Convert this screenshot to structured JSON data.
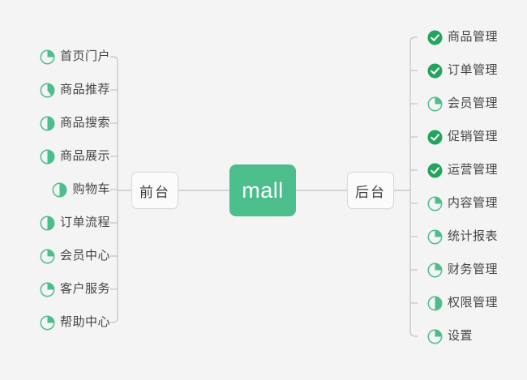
{
  "diagram": {
    "title": "mall",
    "background_color": "#f4f4f4",
    "accent_color": "#4cbe8b",
    "done_color": "#23a45c",
    "line_color": "#c9c9c9",
    "root": {
      "label": "mall"
    },
    "branches": [
      {
        "id": "front",
        "label": "前台",
        "side": "left"
      },
      {
        "id": "back",
        "label": "后台",
        "side": "right"
      }
    ],
    "left_items": [
      {
        "label": "首页门户",
        "icon": "pie-progress-icon",
        "progress": 25,
        "status": "in-progress"
      },
      {
        "label": "商品推荐",
        "icon": "pie-progress-icon",
        "progress": 40,
        "status": "in-progress"
      },
      {
        "label": "商品搜索",
        "icon": "pie-progress-icon",
        "progress": 50,
        "status": "in-progress"
      },
      {
        "label": "商品展示",
        "icon": "pie-progress-icon",
        "progress": 50,
        "status": "in-progress"
      },
      {
        "label": "购物车",
        "icon": "pie-progress-icon",
        "progress": 50,
        "status": "in-progress"
      },
      {
        "label": "订单流程",
        "icon": "pie-progress-icon",
        "progress": 50,
        "status": "in-progress"
      },
      {
        "label": "会员中心",
        "icon": "pie-progress-icon",
        "progress": 25,
        "status": "in-progress"
      },
      {
        "label": "客户服务",
        "icon": "pie-progress-icon",
        "progress": 25,
        "status": "in-progress"
      },
      {
        "label": "帮助中心",
        "icon": "pie-progress-icon",
        "progress": 25,
        "status": "in-progress"
      }
    ],
    "right_items": [
      {
        "label": "商品管理",
        "icon": "check-circle-icon",
        "progress": 100,
        "status": "done"
      },
      {
        "label": "订单管理",
        "icon": "check-circle-icon",
        "progress": 100,
        "status": "done"
      },
      {
        "label": "会员管理",
        "icon": "pie-progress-icon",
        "progress": 25,
        "status": "in-progress"
      },
      {
        "label": "促销管理",
        "icon": "check-circle-icon",
        "progress": 100,
        "status": "done"
      },
      {
        "label": "运营管理",
        "icon": "check-circle-icon",
        "progress": 100,
        "status": "done"
      },
      {
        "label": "内容管理",
        "icon": "pie-progress-icon",
        "progress": 25,
        "status": "in-progress"
      },
      {
        "label": "统计报表",
        "icon": "pie-progress-icon",
        "progress": 25,
        "status": "in-progress"
      },
      {
        "label": "财务管理",
        "icon": "pie-progress-icon",
        "progress": 25,
        "status": "in-progress"
      },
      {
        "label": "权限管理",
        "icon": "pie-progress-icon",
        "progress": 50,
        "status": "in-progress"
      },
      {
        "label": "设置",
        "icon": "pie-progress-icon",
        "progress": 25,
        "status": "in-progress"
      }
    ]
  }
}
